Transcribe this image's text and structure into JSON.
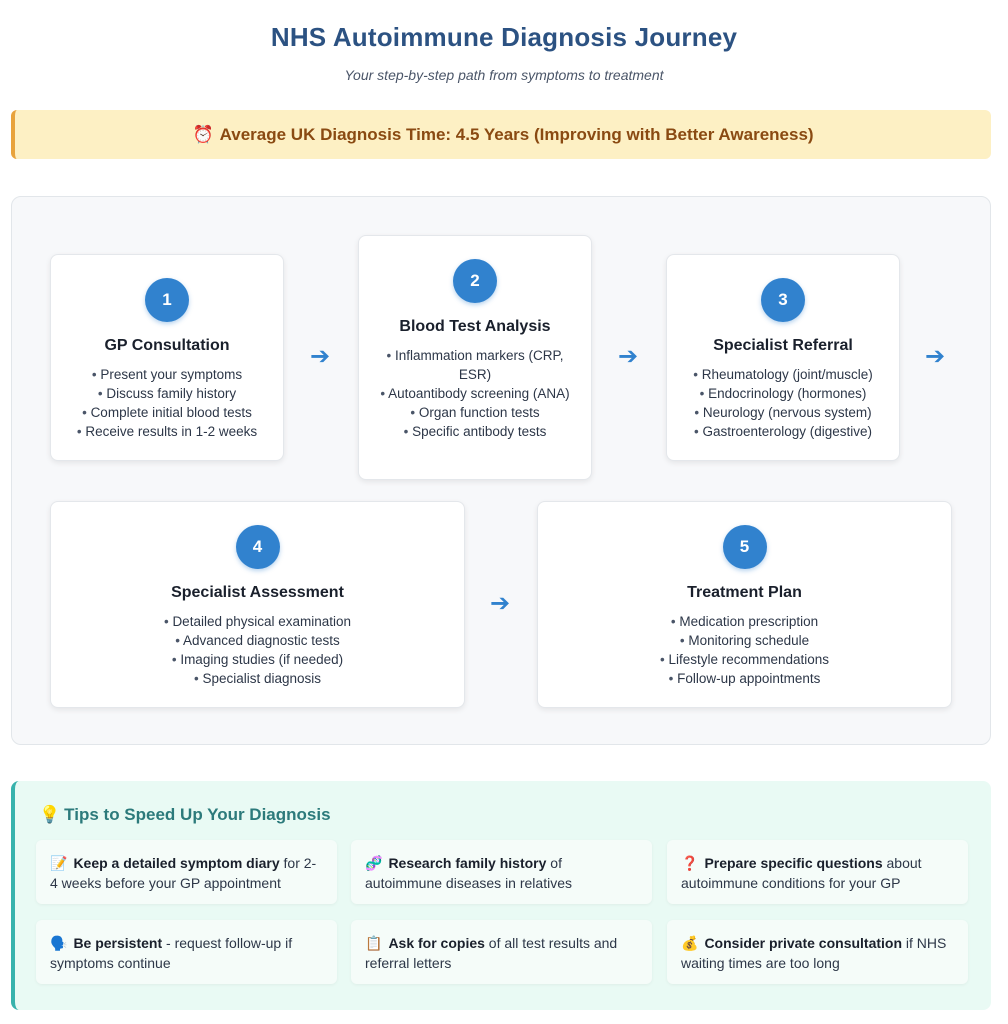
{
  "header": {
    "title": "NHS Autoimmune Diagnosis Journey",
    "subtitle": "Your step-by-step path from symptoms to treatment"
  },
  "banner": {
    "icon": "⏰",
    "text": "Average UK Diagnosis Time: 4.5 Years (Improving with Better Awareness)"
  },
  "steps": [
    {
      "number": "1",
      "title": "GP Consultation",
      "items": [
        "Present your symptoms",
        "Discuss family history",
        "Complete initial blood tests",
        "Receive results in 1-2 weeks"
      ]
    },
    {
      "number": "2",
      "title": "Blood Test Analysis",
      "items": [
        "Inflammation markers (CRP, ESR)",
        "Autoantibody screening (ANA)",
        "Organ function tests",
        "Specific antibody tests"
      ]
    },
    {
      "number": "3",
      "title": "Specialist Referral",
      "items": [
        "Rheumatology (joint/muscle)",
        "Endocrinology (hormones)",
        "Neurology (nervous system)",
        "Gastroenterology (digestive)"
      ]
    },
    {
      "number": "4",
      "title": "Specialist Assessment",
      "items": [
        "Detailed physical examination",
        "Advanced diagnostic tests",
        "Imaging studies (if needed)",
        "Specialist diagnosis"
      ]
    },
    {
      "number": "5",
      "title": "Treatment Plan",
      "items": [
        "Medication prescription",
        "Monitoring schedule",
        "Lifestyle recommendations",
        "Follow-up appointments"
      ]
    }
  ],
  "arrow_glyph": "➔",
  "tips": {
    "icon": "💡",
    "title": "Tips to Speed Up Your Diagnosis",
    "items": [
      {
        "icon": "📝",
        "bold": "Keep a detailed symptom diary",
        "rest": " for 2-4 weeks before your GP appointment"
      },
      {
        "icon": "🧬",
        "bold": "Research family history",
        "rest": " of autoimmune diseases in relatives"
      },
      {
        "icon": "❓",
        "bold": "Prepare specific questions",
        "rest": " about autoimmune conditions for your GP"
      },
      {
        "icon": "🗣️",
        "bold": "Be persistent",
        "rest": " - request follow-up if symptoms continue"
      },
      {
        "icon": "📋",
        "bold": "Ask for copies",
        "rest": " of all test results and referral letters"
      },
      {
        "icon": "💰",
        "bold": "Consider private consultation",
        "rest": " if NHS waiting times are too long"
      }
    ]
  },
  "colors": {
    "accent": "#3182ce",
    "title": "#2c5282",
    "banner_bg": "#fdf0c4",
    "banner_text": "#8a4a12",
    "tips_bg": "#e9faf4",
    "tips_title": "#2c7a7b"
  }
}
